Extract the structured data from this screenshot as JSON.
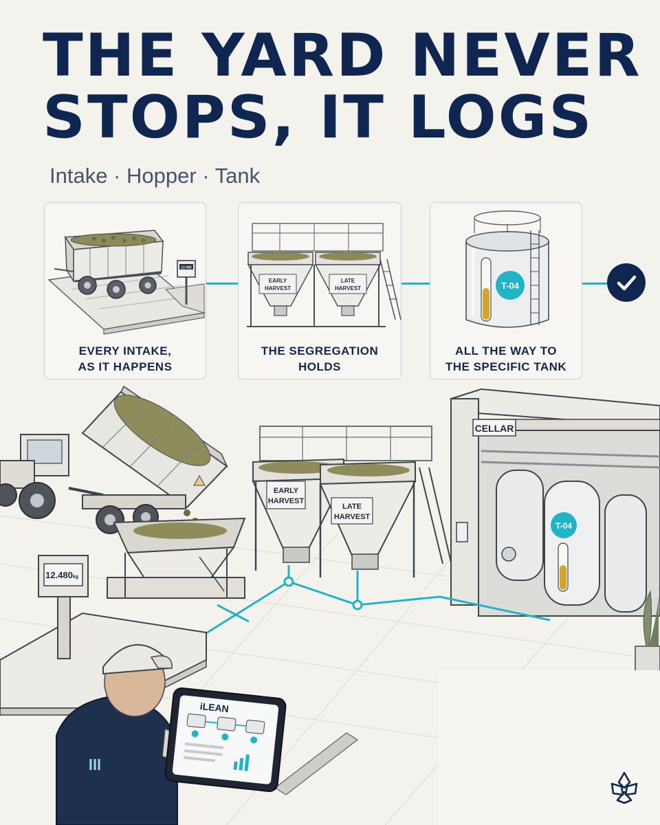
{
  "headline": {
    "line1": "THE YARD NEVER",
    "line2": "STOPS, IT LOGS"
  },
  "subtitle": "Intake · Hopper · Tank",
  "steps": [
    {
      "caption_line1": "EVERY INTAKE,",
      "caption_line2": "AS IT HAPPENS",
      "scale_sign": "12.480"
    },
    {
      "caption_line1": "THE SEGREGATION",
      "caption_line2": "HOLDS",
      "hopper_left": "EARLY HARVEST",
      "hopper_right": "LATE HARVEST"
    },
    {
      "caption_line1": "ALL THE WAY TO",
      "caption_line2": "THE SPECIFIC TANK",
      "tank_id": "T-04"
    }
  ],
  "scene": {
    "scale_display": "12.480",
    "scale_unit": "kg",
    "hopper_early": "EARLY HARVEST",
    "hopper_late": "LATE HARVEST",
    "cellar_sign": "CELLAR",
    "tank_id": "T-04",
    "tablet_brand": "iLEAN",
    "vest_logo": "lll"
  },
  "colors": {
    "navy": "#0f2650",
    "teal": "#22b3c6",
    "wine": "#d4a628",
    "background": "#f4f2ec"
  },
  "icons": {
    "check": "check-icon",
    "brand_logo": "flower-logo-icon"
  }
}
